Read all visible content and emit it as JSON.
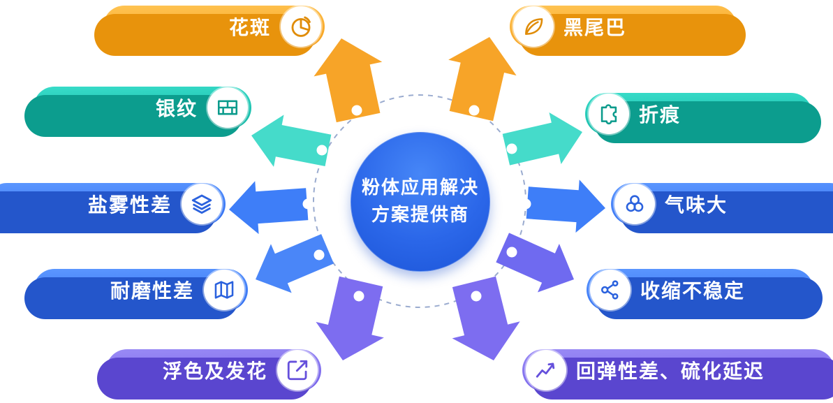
{
  "palette": {
    "orange": "#F59D17",
    "teal": "#10B4A2",
    "blue": "#2F6DF0",
    "purple": "#705CE8",
    "center_blue": "#2B67E9"
  },
  "center": {
    "line1": "粉体应用解决",
    "line2": "方案提供商"
  },
  "pills": [
    {
      "label": "花斑",
      "icon": "pie-chart-icon",
      "color": "orange",
      "side": "left"
    },
    {
      "label": "银纹",
      "icon": "bricks-icon",
      "color": "teal",
      "side": "left"
    },
    {
      "label": "盐雾性差",
      "icon": "layers-icon",
      "color": "blue",
      "side": "left"
    },
    {
      "label": "耐磨性差",
      "icon": "map-icon",
      "color": "blue",
      "side": "left"
    },
    {
      "label": "浮色及发花",
      "icon": "compose-pen-icon",
      "color": "purple",
      "side": "left"
    },
    {
      "label": "黑尾巴",
      "icon": "leaf-icon",
      "color": "orange",
      "side": "right"
    },
    {
      "label": "折痕",
      "icon": "puzzle-icon",
      "color": "teal",
      "side": "right"
    },
    {
      "label": "气味大",
      "icon": "molecule-circles-icon",
      "color": "blue",
      "side": "right"
    },
    {
      "label": "收缩不稳定",
      "icon": "branch-nodes-icon",
      "color": "blue",
      "side": "right"
    },
    {
      "label": "回弹性差、硫化延迟",
      "icon": "trend-line-icon",
      "color": "purple",
      "side": "right"
    }
  ]
}
